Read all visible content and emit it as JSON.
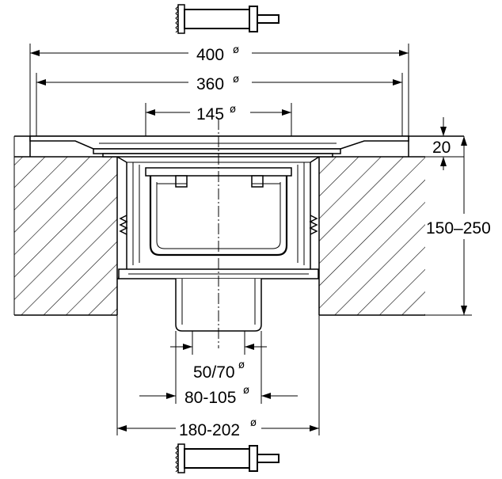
{
  "dimensions": {
    "d400": {
      "value": "400",
      "symbol": "ø"
    },
    "d360": {
      "value": "360",
      "symbol": "ø"
    },
    "d145": {
      "value": "145",
      "symbol": "ø"
    },
    "h20": {
      "value": "20"
    },
    "h150_250": {
      "value": "150–250"
    },
    "d50_70": {
      "value": "50/70",
      "symbol": "ø"
    },
    "d80_105": {
      "value": "80-105",
      "symbol": "ø"
    },
    "d180_202": {
      "value": "180-202",
      "symbol": "ø"
    }
  },
  "colors": {
    "line": "#000000",
    "background": "#ffffff"
  },
  "icons": {
    "top": "core-drill-icon",
    "bottom": "core-drill-icon"
  }
}
